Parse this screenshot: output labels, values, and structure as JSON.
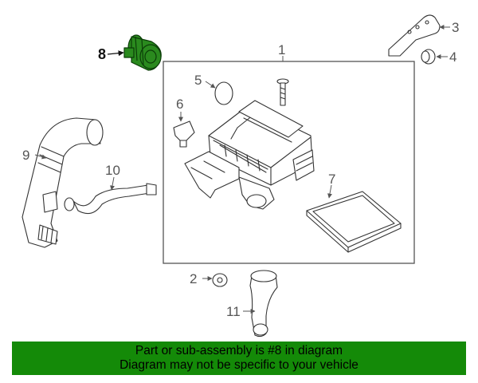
{
  "callouts": {
    "c1": "1",
    "c2": "2",
    "c3": "3",
    "c4": "4",
    "c5": "5",
    "c6": "6",
    "c7": "7",
    "c8": "8",
    "c9": "9",
    "c10": "10",
    "c11": "11"
  },
  "highlighted_part": "8",
  "highlight_color": "#148a08",
  "banner": {
    "line1": "Part or sub-assembly is #8 in diagram",
    "line2": "Diagram may not be specific to your vehicle"
  }
}
